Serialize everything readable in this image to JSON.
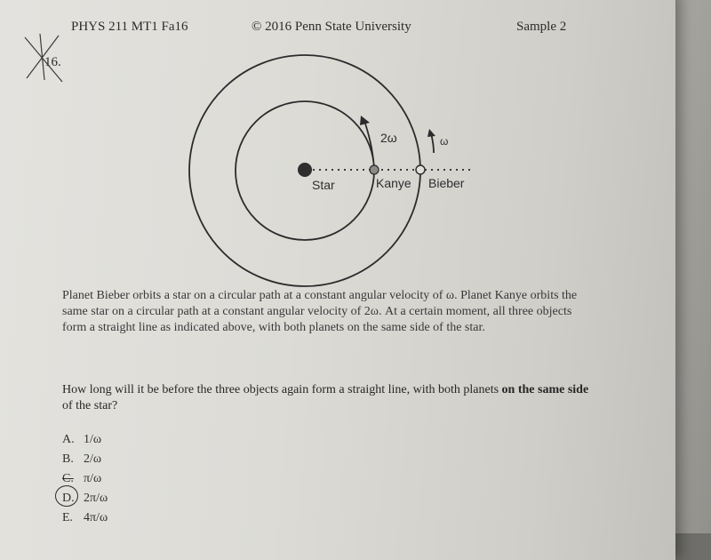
{
  "header": {
    "course": "PHYS 211 MT1   Fa16",
    "copyright": "© 2016 Penn State University",
    "sample": "Sample 2"
  },
  "question": {
    "number": "16.",
    "figure": {
      "star_label": "Star",
      "kanye_label": "Kanye",
      "bieber_label": "Bieber",
      "kanye_velocity": "2ω",
      "bieber_velocity": "ω"
    },
    "paragraph1": "Planet Bieber orbits a star on a circular path at a constant angular velocity of ω.  Planet Kanye orbits the same star on a circular path at a constant angular velocity of 2ω. At a certain moment, all three objects form a straight line as indicated above, with both planets on the same side of the star.",
    "paragraph2_start": "How long will it be before the three objects again form a straight line, with both planets ",
    "paragraph2_bold": "on the same side",
    "paragraph2_end": " of the star?",
    "choices": [
      {
        "letter": "A.",
        "text": "1/ω"
      },
      {
        "letter": "B.",
        "text": "2/ω"
      },
      {
        "letter": "C.",
        "text": "π/ω"
      },
      {
        "letter": "D.",
        "text": "2π/ω"
      },
      {
        "letter": "E.",
        "text": "4π/ω"
      }
    ]
  }
}
